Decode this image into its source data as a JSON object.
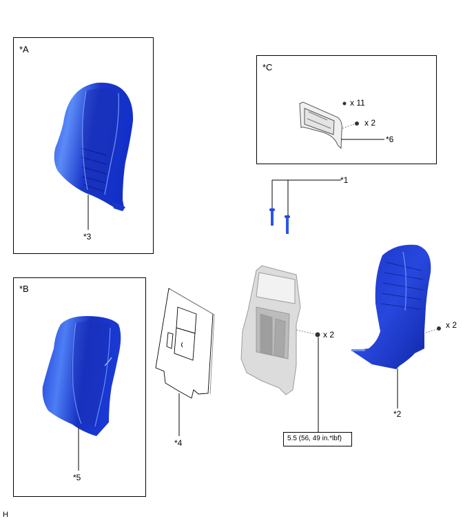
{
  "diagram": {
    "type": "exploded-parts-view",
    "subject": "seatback assembly components",
    "frames": [
      {
        "id": "A",
        "label": "*A"
      },
      {
        "id": "B",
        "label": "*B"
      },
      {
        "id": "C",
        "label": "*C"
      }
    ],
    "callouts": [
      {
        "id": "1",
        "label": "*1"
      },
      {
        "id": "2",
        "label": "*2"
      },
      {
        "id": "3",
        "label": "*3"
      },
      {
        "id": "4",
        "label": "*4"
      },
      {
        "id": "5",
        "label": "*5"
      },
      {
        "id": "6",
        "label": "*6"
      }
    ],
    "quantities": {
      "clip_c": "x 11",
      "screw_c": "x 2",
      "frame_nut": "x 2",
      "cover_screw": "x 2"
    },
    "torque": "5.5 (56, 49 in.*lbf)",
    "footer_code": "H",
    "colors": {
      "part_blue": "#1f3fd6",
      "part_blue_dark": "#0d22a8",
      "part_blue_light": "#4f7df5",
      "frame_gray": "#cfcfcf",
      "line": "#000000"
    }
  }
}
